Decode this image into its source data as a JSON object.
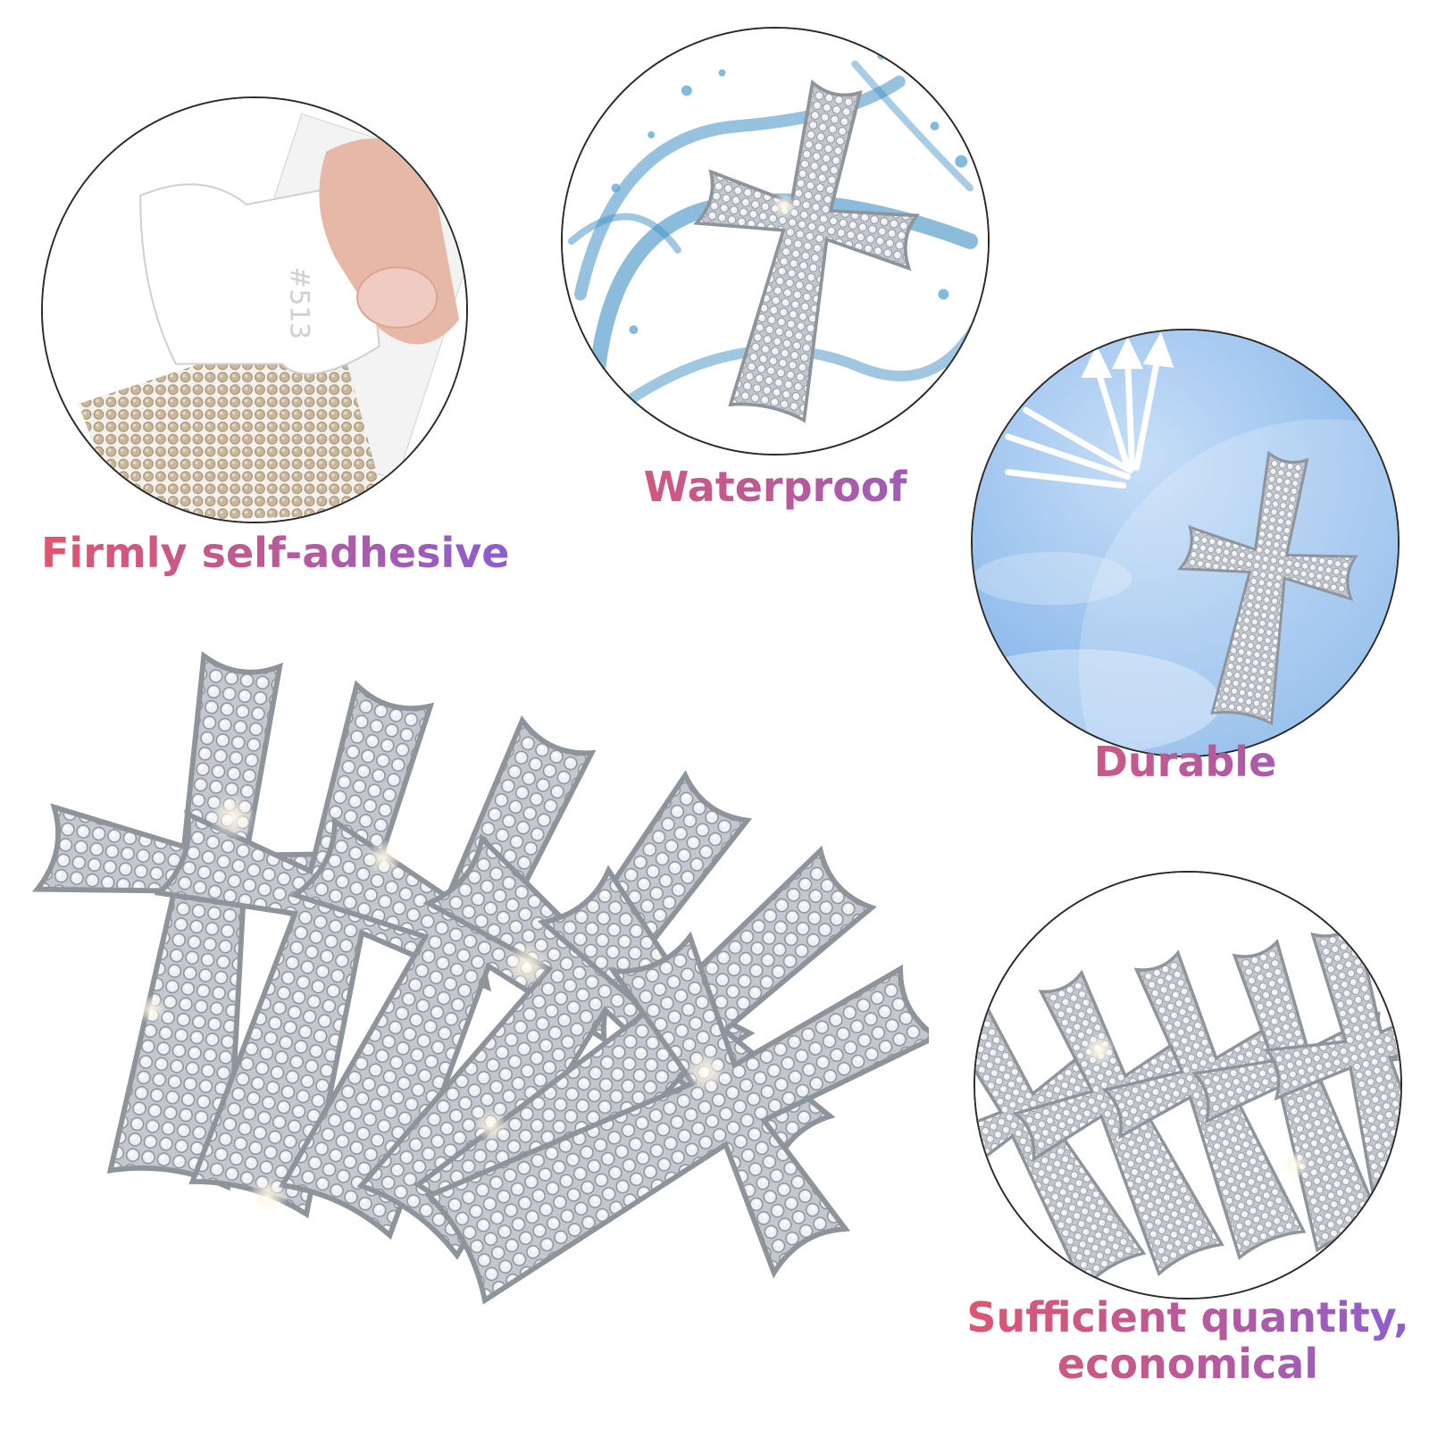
{
  "features": {
    "adhesive": {
      "caption": "Firmly self-adhesive",
      "label_code": "#513"
    },
    "waterproof": {
      "caption": "Waterproof"
    },
    "durable": {
      "caption": "Durable"
    },
    "quantity": {
      "caption_line1": "Sufficient quantity,",
      "caption_line2": "economical"
    }
  },
  "colors": {
    "caption_gradient": [
      "#e0566e",
      "#b75a9c",
      "#8a5fd0"
    ],
    "water": "#3f8fc4",
    "sky": "#8fbff0",
    "rhinestone": "#c9cdd3"
  },
  "icons": [
    "cross-sticker-icon",
    "water-splash-icon",
    "sun-rays-icon",
    "finger-icon"
  ]
}
